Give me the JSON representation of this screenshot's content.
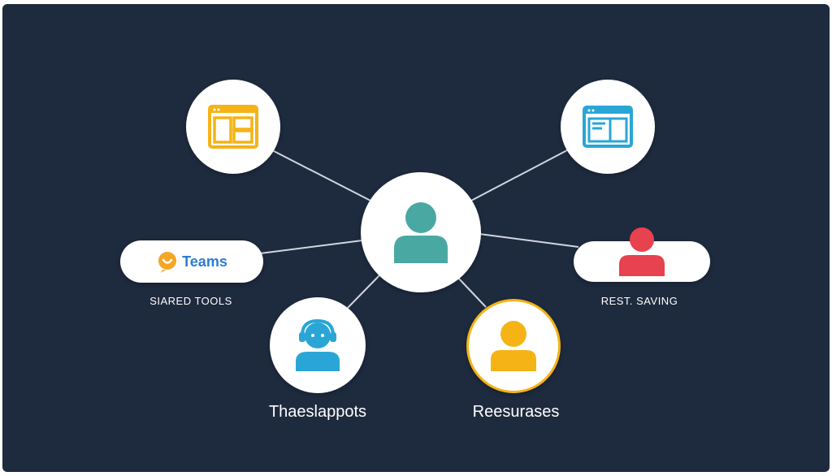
{
  "colors": {
    "background": "#1e2a3e",
    "connector": "#cfd6df",
    "center_person": "#4aa8a3",
    "teams_text": "#2d7dd2",
    "teams_icon": "#f5a623",
    "window_yellow": "#f5b316",
    "window_blue": "#2aa6d6",
    "person_red": "#e8414f",
    "person_blue": "#2aa6d6",
    "person_yellow": "#f5b316",
    "yellow_ring": "#f5b316"
  },
  "nodes": {
    "center": {
      "icon": "person-icon"
    },
    "top_left": {
      "icon": "window-layout-icon"
    },
    "top_right": {
      "icon": "window-document-icon"
    },
    "teams": {
      "icon": "teams-logo-icon",
      "brand_text": "Teams"
    },
    "rest_saving": {
      "icon": "person-icon"
    },
    "bottom_left": {
      "icon": "headset-person-icon"
    },
    "bottom_right": {
      "icon": "person-icon"
    }
  },
  "labels": {
    "shared_tools": "SIARED TOOLS",
    "rest_saving": "REST. SAVING",
    "bottom_left": "Thaeslappots",
    "bottom_right": "Reesurases"
  }
}
